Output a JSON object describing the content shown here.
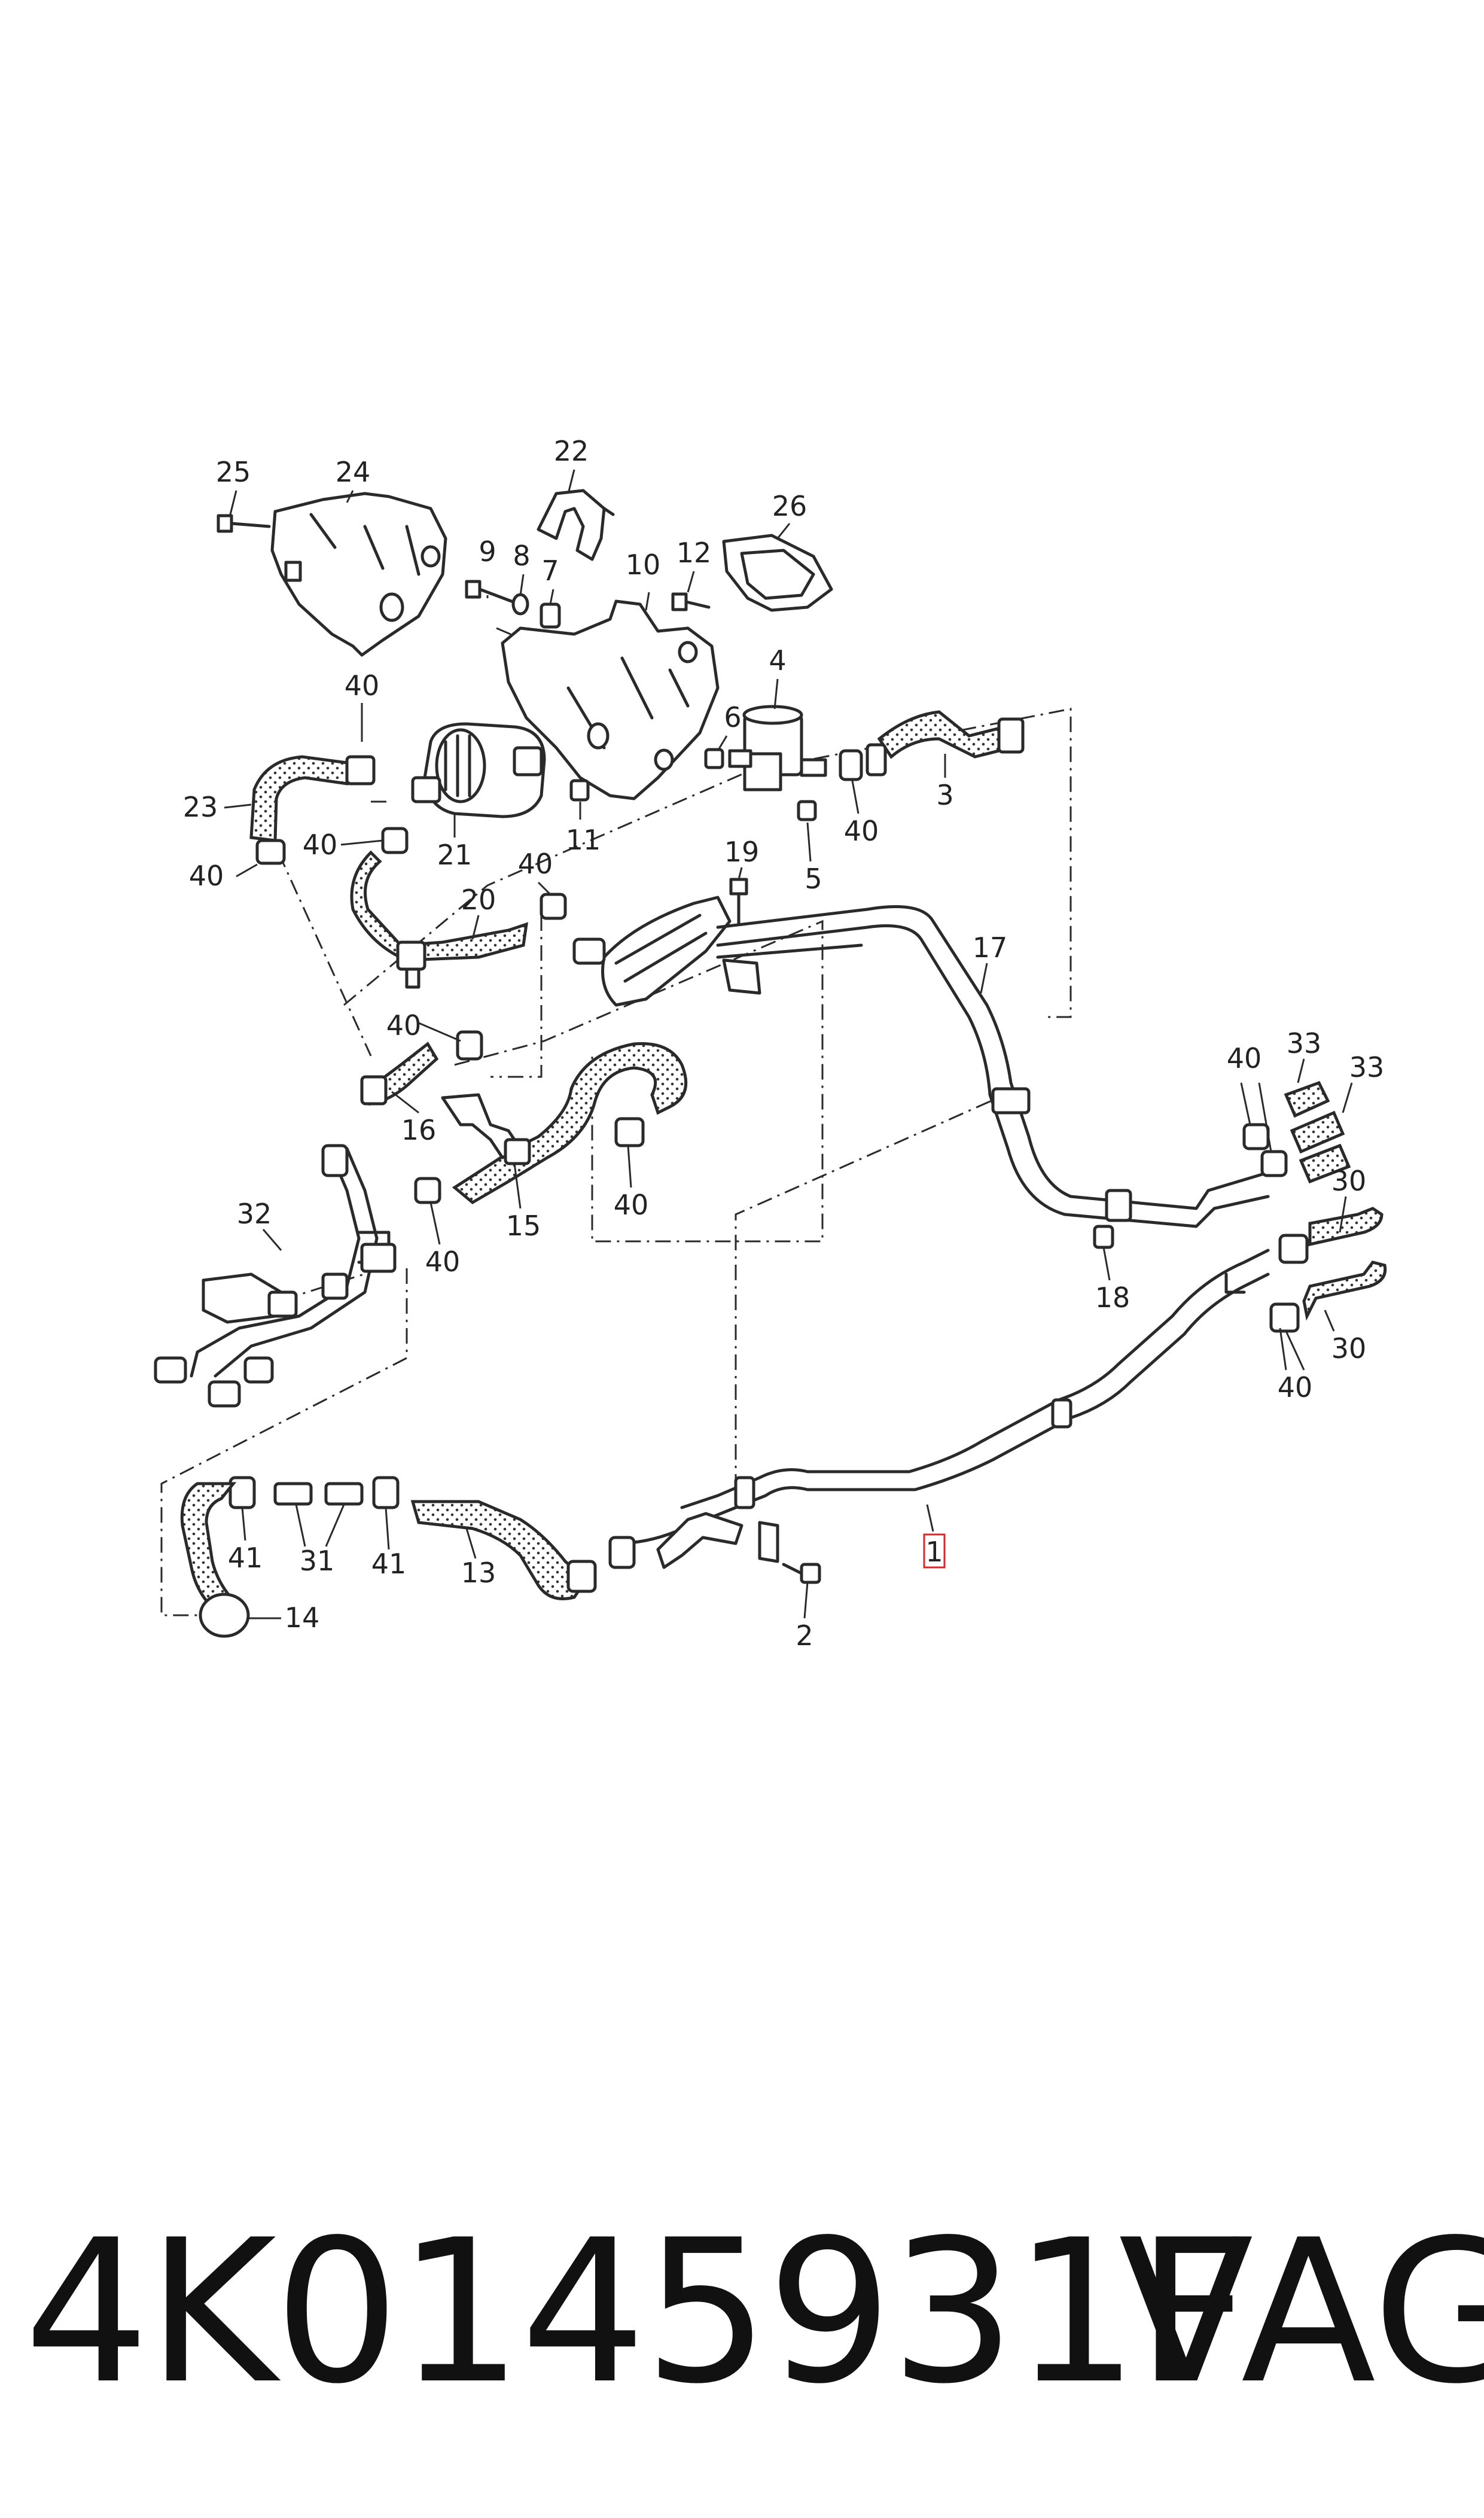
{
  "labels": {
    "l1": "1",
    "l2": "2",
    "l3": "3",
    "l4": "4",
    "l5": "5",
    "l6": "6",
    "l7": "7",
    "l8": "8",
    "l9": "9",
    "l10": "10",
    "l11": "11",
    "l12": "12",
    "l13": "13",
    "l14": "14",
    "l15": "15",
    "l16": "16",
    "l17": "17",
    "l18": "18",
    "l19": "19",
    "l20": "20",
    "l21": "21",
    "l22": "22",
    "l23": "23",
    "l24": "24",
    "l25": "25",
    "l26": "26",
    "l30a": "30",
    "l30b": "30",
    "l31": "31",
    "l32": "32",
    "l33a": "33",
    "l33b": "33",
    "l40a": "40",
    "l40b": "40",
    "l40c": "40",
    "l40d": "40",
    "l40e": "40",
    "l40f": "40",
    "l40g": "40",
    "l40h": "40",
    "l40i": "40",
    "l40j": "40",
    "l41a": "41",
    "l41b": "41"
  },
  "footer": {
    "part_number": "4K0145931F",
    "brand": "VAG"
  },
  "highlight_color": "#d62828"
}
